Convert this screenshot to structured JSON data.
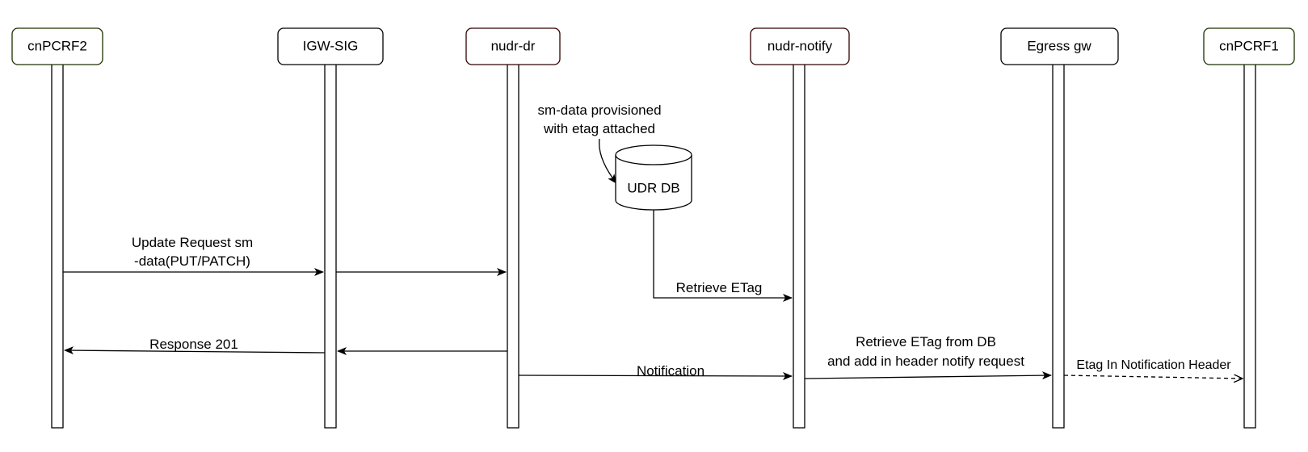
{
  "actors": {
    "cnpcrf2": "cnPCRF2",
    "igw_sig": "IGW-SIG",
    "nudr_dr": "nudr-dr",
    "nudr_notify": "nudr-notify",
    "egress_gw": "Egress gw",
    "cnpcrf1": "cnPCRF1"
  },
  "database": {
    "label": "UDR DB"
  },
  "notes": {
    "provisioned_line1": "sm-data provisioned",
    "provisioned_line2": "with etag attached"
  },
  "messages": {
    "update_request_line1": "Update Request sm",
    "update_request_line2": "-data(PUT/PATCH)",
    "retrieve_etag": "Retrieve ETag",
    "response_201": "Response 201",
    "notification": "Notification",
    "retrieve_from_db_line1": "Retrieve ETag from DB",
    "retrieve_from_db_line2": "and add in header notify request",
    "etag_header": "Etag In Notification Header"
  },
  "colors": {
    "stroke": "#000000",
    "cnpcrf_border": "#1a3300",
    "nudr_border": "#330000"
  }
}
